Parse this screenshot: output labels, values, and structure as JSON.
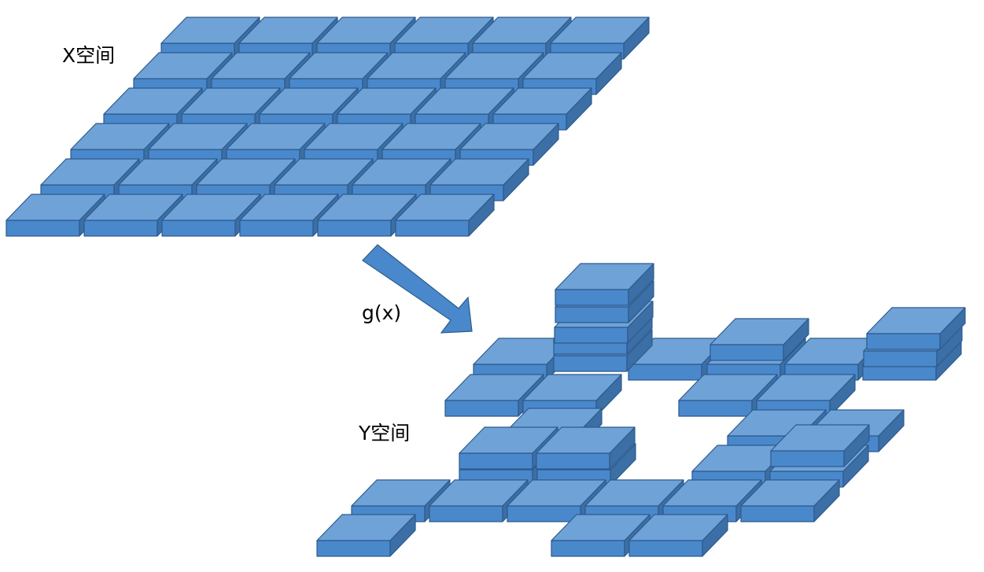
{
  "labels": {
    "x_space": "X空间",
    "y_space": "Y空间",
    "mapping": "g(x)"
  },
  "colors": {
    "tile_top": "#6fa3d8",
    "tile_front": "#4a88cc",
    "tile_side": "#3b6fa6",
    "tile_stroke": "#2d5a8c",
    "arrow_fill": "#4a88cc"
  }
}
